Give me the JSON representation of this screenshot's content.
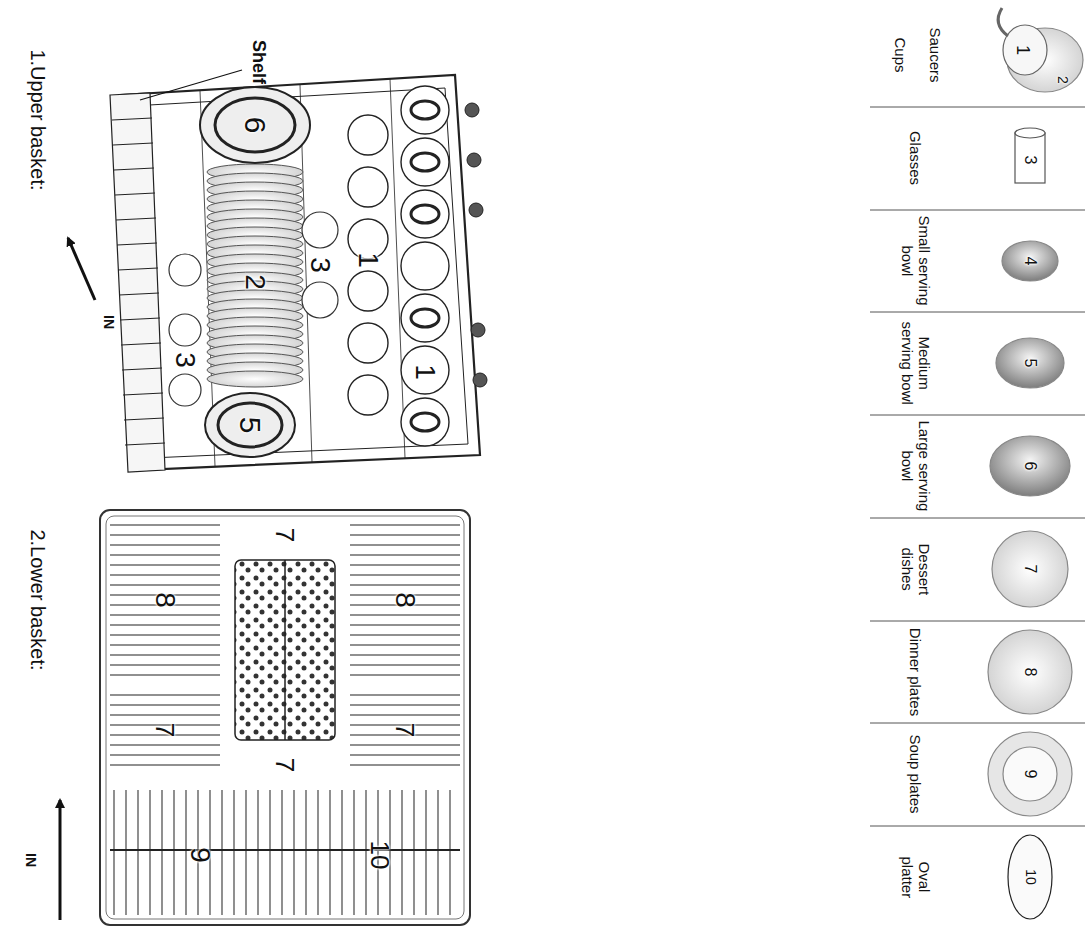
{
  "diagram": {
    "labels": [
      "1.Upper basket:",
      "IN",
      "Shelf",
      "6",
      "1",
      "1",
      "3",
      "2",
      "3",
      "5",
      "2.Lower basket:",
      "8",
      "7",
      "10",
      "9",
      "7",
      "7",
      "8",
      "7",
      "IN",
      "1",
      "2",
      "3",
      "4",
      "5",
      "6",
      "7",
      "8",
      "9",
      "10"
    ],
    "legend": [
      {
        "text": "Cups"
      },
      {
        "text": "Saucers"
      },
      {
        "text": "Glasses"
      },
      {
        "text": "Small serving bowl"
      },
      {
        "text": "Medium serving bowl"
      },
      {
        "text": "Large serving bowl"
      },
      {
        "text": "Dessert dishes"
      },
      {
        "text": "Dinner plates"
      },
      {
        "text": "Soup plates"
      },
      {
        "text": "Oval platter"
      }
    ]
  }
}
